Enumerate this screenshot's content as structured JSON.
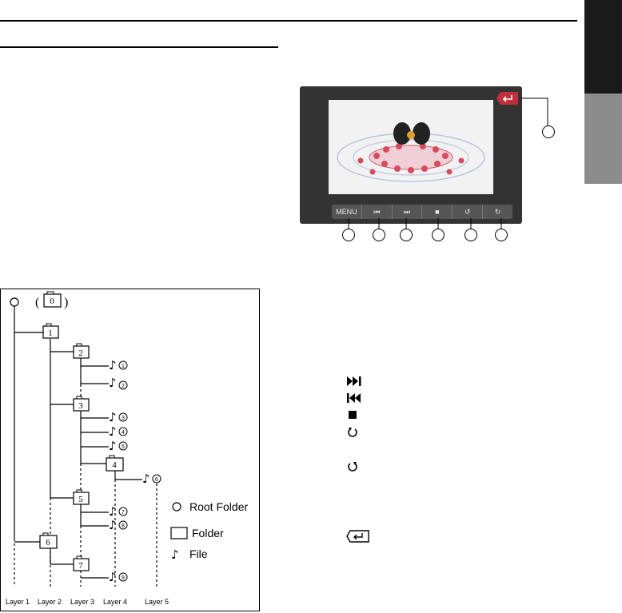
{
  "figure": {
    "root_label": "0",
    "folders": [
      "1",
      "2",
      "3",
      "4",
      "5",
      "6",
      "7"
    ],
    "files": [
      "1",
      "2",
      "3",
      "4",
      "5",
      "6",
      "7",
      "8",
      "9"
    ],
    "layers": [
      "Layer 1",
      "Layer 2",
      "Layer 3",
      "Layer 4",
      "Layer 5"
    ],
    "legend": {
      "root": "Root Folder",
      "folder": "Folder",
      "file": "File"
    }
  },
  "screen": {
    "buttons": [
      "MENU",
      "⏮",
      "⏭",
      "■",
      "↺",
      "↻"
    ]
  },
  "icon_list": [
    "next-track-icon",
    "prev-track-icon",
    "stop-icon",
    "repeat-icon",
    "random-icon",
    "return-icon"
  ]
}
